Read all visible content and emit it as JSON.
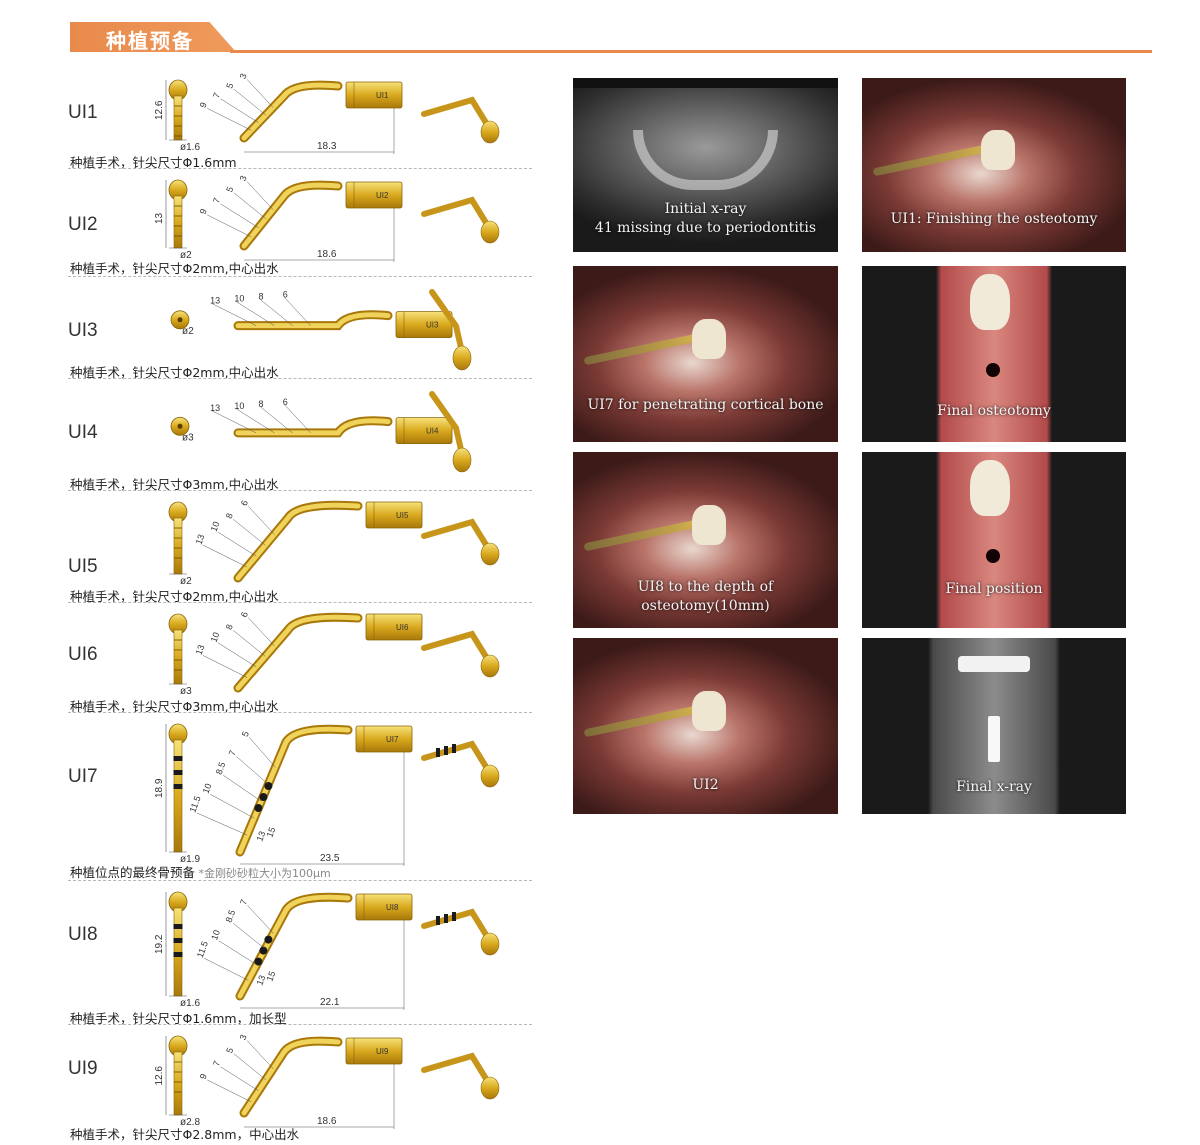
{
  "header": {
    "title": "种植预备"
  },
  "instruments": [
    {
      "code": "UI1",
      "caption": "种植手术，针尖尺寸Φ1.6mm",
      "note": "",
      "label": "UI1",
      "tip": "ø1.6",
      "length": "12.6",
      "reach": "18.3",
      "marks": [
        "9",
        "7",
        "5",
        "3"
      ]
    },
    {
      "code": "UI2",
      "caption": "种植手术，针尖尺寸Φ2mm,中心出水",
      "note": "",
      "label": "UI2",
      "tip": "ø2",
      "length": "13",
      "reach": "18.6",
      "marks": [
        "9",
        "7",
        "5",
        "3"
      ]
    },
    {
      "code": "UI3",
      "caption": "种植手术，针尖尺寸Φ2mm,中心出水",
      "note": "",
      "label": "UI3",
      "tip": "ø2",
      "length": "",
      "reach": "",
      "marks": [
        "13",
        "10",
        "8",
        "6"
      ]
    },
    {
      "code": "UI4",
      "caption": "种植手术，针尖尺寸Φ3mm,中心出水",
      "note": "",
      "label": "UI4",
      "tip": "ø3",
      "length": "",
      "reach": "",
      "marks": [
        "13",
        "10",
        "8",
        "6"
      ]
    },
    {
      "code": "UI5",
      "caption": "种植手术，针尖尺寸Φ2mm,中心出水",
      "note": "",
      "label": "UI5",
      "tip": "ø2",
      "length": "",
      "reach": "",
      "marks": [
        "13",
        "10",
        "8",
        "6"
      ]
    },
    {
      "code": "UI6",
      "caption": "种植手术，针尖尺寸Φ3mm,中心出水",
      "note": "",
      "label": "UI6",
      "tip": "ø3",
      "length": "",
      "reach": "",
      "marks": [
        "13",
        "10",
        "8",
        "6"
      ]
    },
    {
      "code": "UI7",
      "caption": "种植位点的最终骨预备",
      "note": "*金刚砂砂粒大小为100μm",
      "label": "UI7",
      "tip": "ø1.9",
      "length": "18.9",
      "reach": "23.5",
      "marks": [
        "11.5",
        "10",
        "8.5",
        "7",
        "5"
      ],
      "marks2": [
        "13",
        "15"
      ]
    },
    {
      "code": "UI8",
      "caption": "种植手术，针尖尺寸Φ1.6mm，加长型",
      "note": "",
      "label": "UI8",
      "tip": "ø1.6",
      "length": "19.2",
      "reach": "22.1",
      "marks": [
        "11.5",
        "10",
        "8.5",
        "7"
      ],
      "marks2": [
        "13",
        "15"
      ]
    },
    {
      "code": "UI9",
      "caption": "种植手术，针尖尺寸Φ2.8mm，中心出水",
      "note": "",
      "label": "UI9",
      "tip": "ø2.8",
      "length": "12.6",
      "reach": "18.6",
      "marks": [
        "9",
        "7",
        "5",
        "3"
      ]
    }
  ],
  "photos": [
    {
      "lines": [
        "Initial x-ray",
        "41 missing due to periodontitis"
      ]
    },
    {
      "lines": [
        "UI1: Finishing the osteotomy"
      ]
    },
    {
      "lines": [
        "UI7 for penetrating cortical bone"
      ]
    },
    {
      "lines": [
        "Final osteotomy"
      ]
    },
    {
      "lines": [
        "UI8 to the depth of osteotomy(10mm)"
      ]
    },
    {
      "lines": [
        "Final position"
      ]
    },
    {
      "lines": [
        "UI2"
      ]
    },
    {
      "lines": [
        "Final x-ray"
      ]
    }
  ]
}
